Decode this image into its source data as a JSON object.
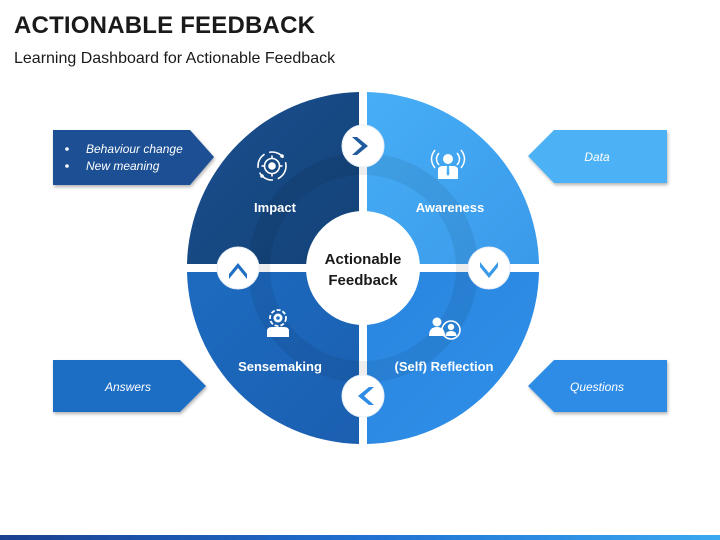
{
  "header": {
    "title": "ACTIONABLE FEEDBACK",
    "subtitle": "Learning Dashboard for Actionable Feedback"
  },
  "center": {
    "line1": "Actionable",
    "line2": "Feedback"
  },
  "quadrants": {
    "impact": {
      "label": "Impact",
      "icon": "gear-orbit-icon",
      "color": "#1f5b9e"
    },
    "awareness": {
      "label": "Awareness",
      "icon": "person-broadcast-icon",
      "color": "#4db1f5"
    },
    "reflection": {
      "label": "(Self) Reflection",
      "icon": "user-group-icon",
      "color": "#2e8be6"
    },
    "sensemaking": {
      "label": "Sensemaking",
      "icon": "person-gear-icon",
      "color": "#1f6ec4"
    }
  },
  "callouts": {
    "top_left": {
      "items": [
        "Behaviour change",
        "New meaning"
      ]
    },
    "top_right": {
      "label": "Data"
    },
    "bottom_left": {
      "label": "Answers"
    },
    "bottom_right": {
      "label": "Questions"
    }
  },
  "connectors": {
    "top": "chevron-right-icon",
    "right": "chevron-down-icon",
    "bottom": "chevron-left-icon",
    "left": "chevron-up-icon"
  }
}
